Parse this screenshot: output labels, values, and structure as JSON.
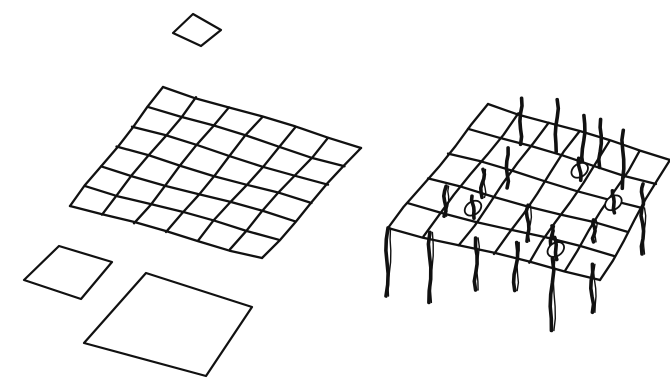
{
  "diagram": {
    "style": "hand-drawn black ink sketch on white",
    "ink_color": "#111111",
    "background_color": "#ffffff",
    "parts": [
      {
        "id": "small-square-top",
        "shape": "square tile"
      },
      {
        "id": "flat-grid",
        "shape": "grid",
        "rows": 6,
        "cols": 6
      },
      {
        "id": "medium-square",
        "shape": "square tile"
      },
      {
        "id": "large-square",
        "shape": "square tile"
      },
      {
        "id": "grid-on-posts",
        "shape": "grid with vertical posts and holes",
        "rows": 5,
        "cols": 6,
        "posts": 18,
        "holes": 4
      }
    ]
  }
}
